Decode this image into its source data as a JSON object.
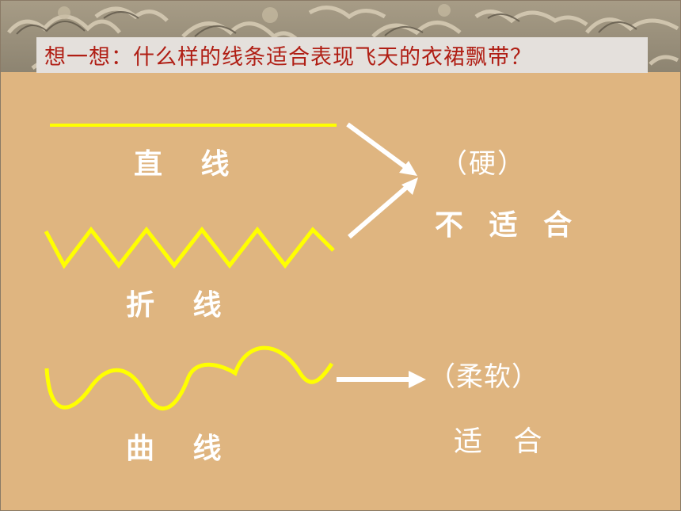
{
  "slide": {
    "question": "想一想：什么样的线条适合表现飞天的衣裙飘带？"
  },
  "lines": {
    "straight_label": "直 线",
    "zigzag_label": "折 线",
    "curve_label": "曲 线"
  },
  "results": {
    "hard_tag": "（硬）",
    "not_suitable": "不 适 合",
    "soft_tag": "（柔软）",
    "suitable": "适 合"
  },
  "colors": {
    "background": "#dfb580",
    "line_yellow": "#ffff00",
    "arrow_white": "#ffffff",
    "question_text": "#b01e14",
    "question_bar": "#e4e0dc"
  }
}
